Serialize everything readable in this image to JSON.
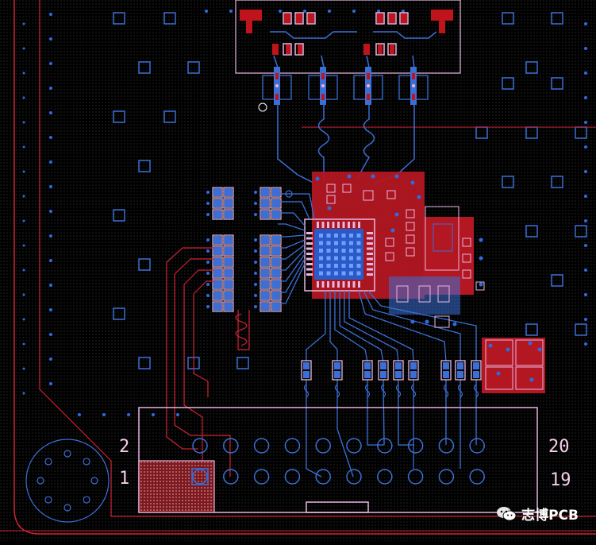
{
  "connector": {
    "pin2_label": "2",
    "pin1_label": "1",
    "pin20_label": "20",
    "pin19_label": "19"
  },
  "watermark": {
    "text": "志博PCB",
    "icon": "wechat-icon"
  },
  "colors": {
    "background": "#000000",
    "top_copper": "#c0141c",
    "bottom_copper": "#3b6fd6",
    "silkscreen": "#e8b6e0",
    "outline": "#cc2233",
    "via_dot": "#2f6be0"
  }
}
